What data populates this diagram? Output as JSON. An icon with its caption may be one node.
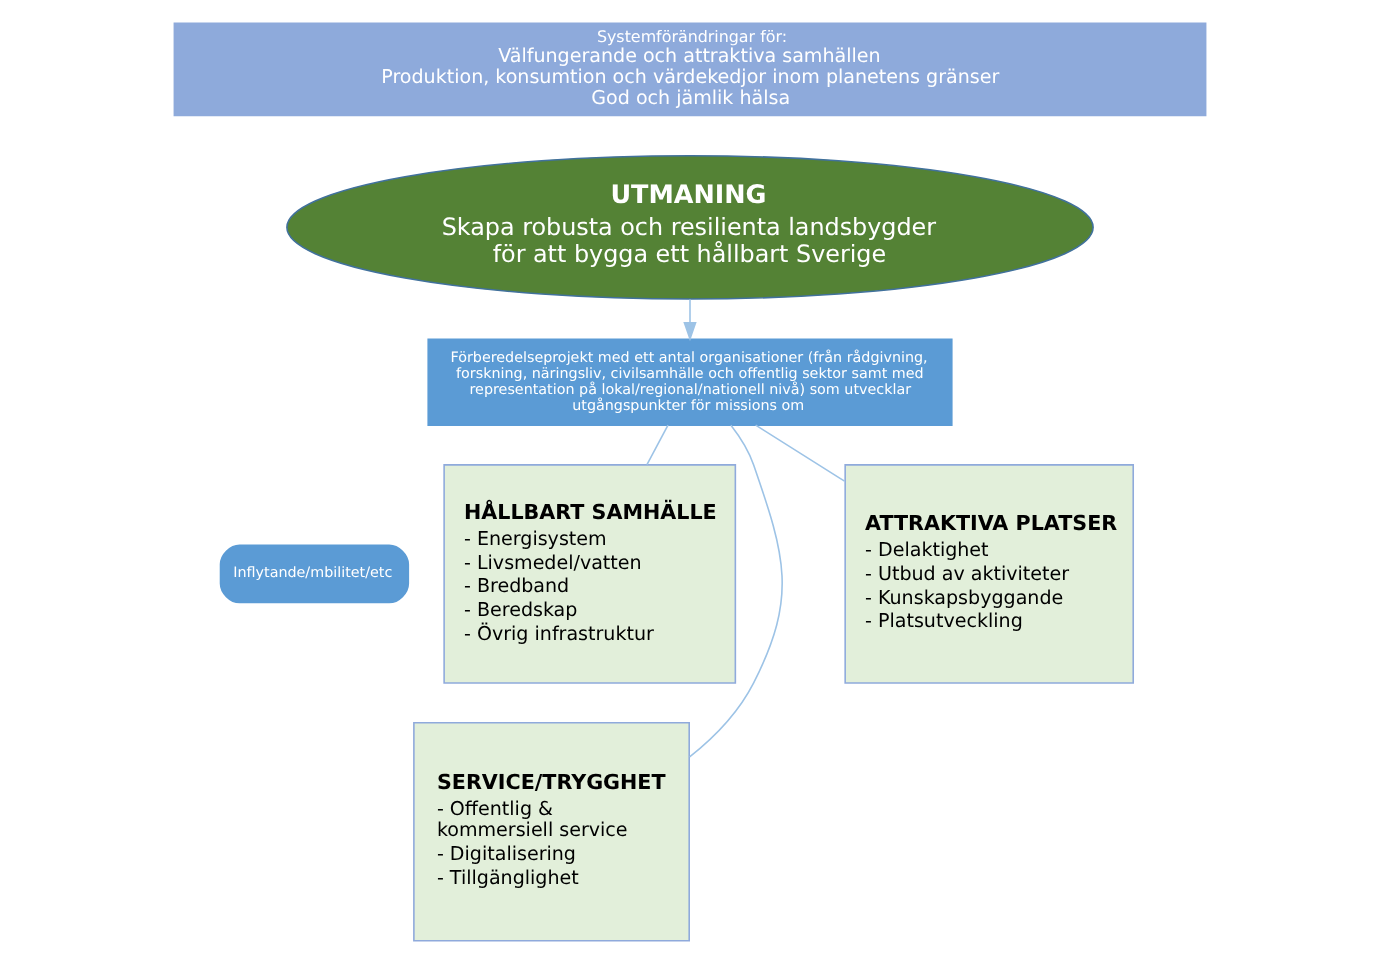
{
  "diagram": {
    "nodes": [
      {
        "text": [
          "Systemförändringar för:",
          "Välfungerande och attraktiva samhällen",
          "Produktion, konsumtion och värdekedjor inom planetens gränser",
          "God och jämlik hälsa"
        ]
      },
      {
        "text": [
          "UTMANING",
          "Skapa robusta och resilienta landsbygder för att bygga ett hållbart Sverige"
        ]
      },
      {
        "text": [
          "Förberedelseprojekt med ett antal organisationer (från rådgivning, forskning, näringsliv, civilsamhälle och offentlig sektor samt med representation på lokal/regional/nationell nivå) som utvecklar utgångspunkter för missions om"
        ]
      },
      {
        "text": [
          "Inflytande/mbilitet/etc"
        ]
      },
      {
        "text": [
          "HÅLLBART SAMHÄLLE",
          "- Energisystem",
          "- Livsmedel/vatten",
          "- Bredband",
          "- Beredskap",
          "- Övrig infrastruktur"
        ]
      },
      {
        "text": [
          "SERVICE/TRYGGHET",
          "- Offentlig & kommersiell service",
          "- Digitalisering",
          "- Tillgänglighet"
        ]
      },
      {
        "text": [
          "ATTRAKTIVA PLATSER",
          "- Delaktighet",
          "- Utbud av aktiviteter",
          "- Kunskapsbyggande",
          "- Platsutveckling"
        ]
      }
    ],
    "edges": [
      {
        "from": 1,
        "to": 2,
        "arrow": "to"
      },
      {
        "from": 2,
        "to": 4,
        "arrow": "none"
      },
      {
        "from": 2,
        "to": 5,
        "arrow": "none"
      },
      {
        "from": 2,
        "to": 6,
        "arrow": "none"
      }
    ]
  }
}
